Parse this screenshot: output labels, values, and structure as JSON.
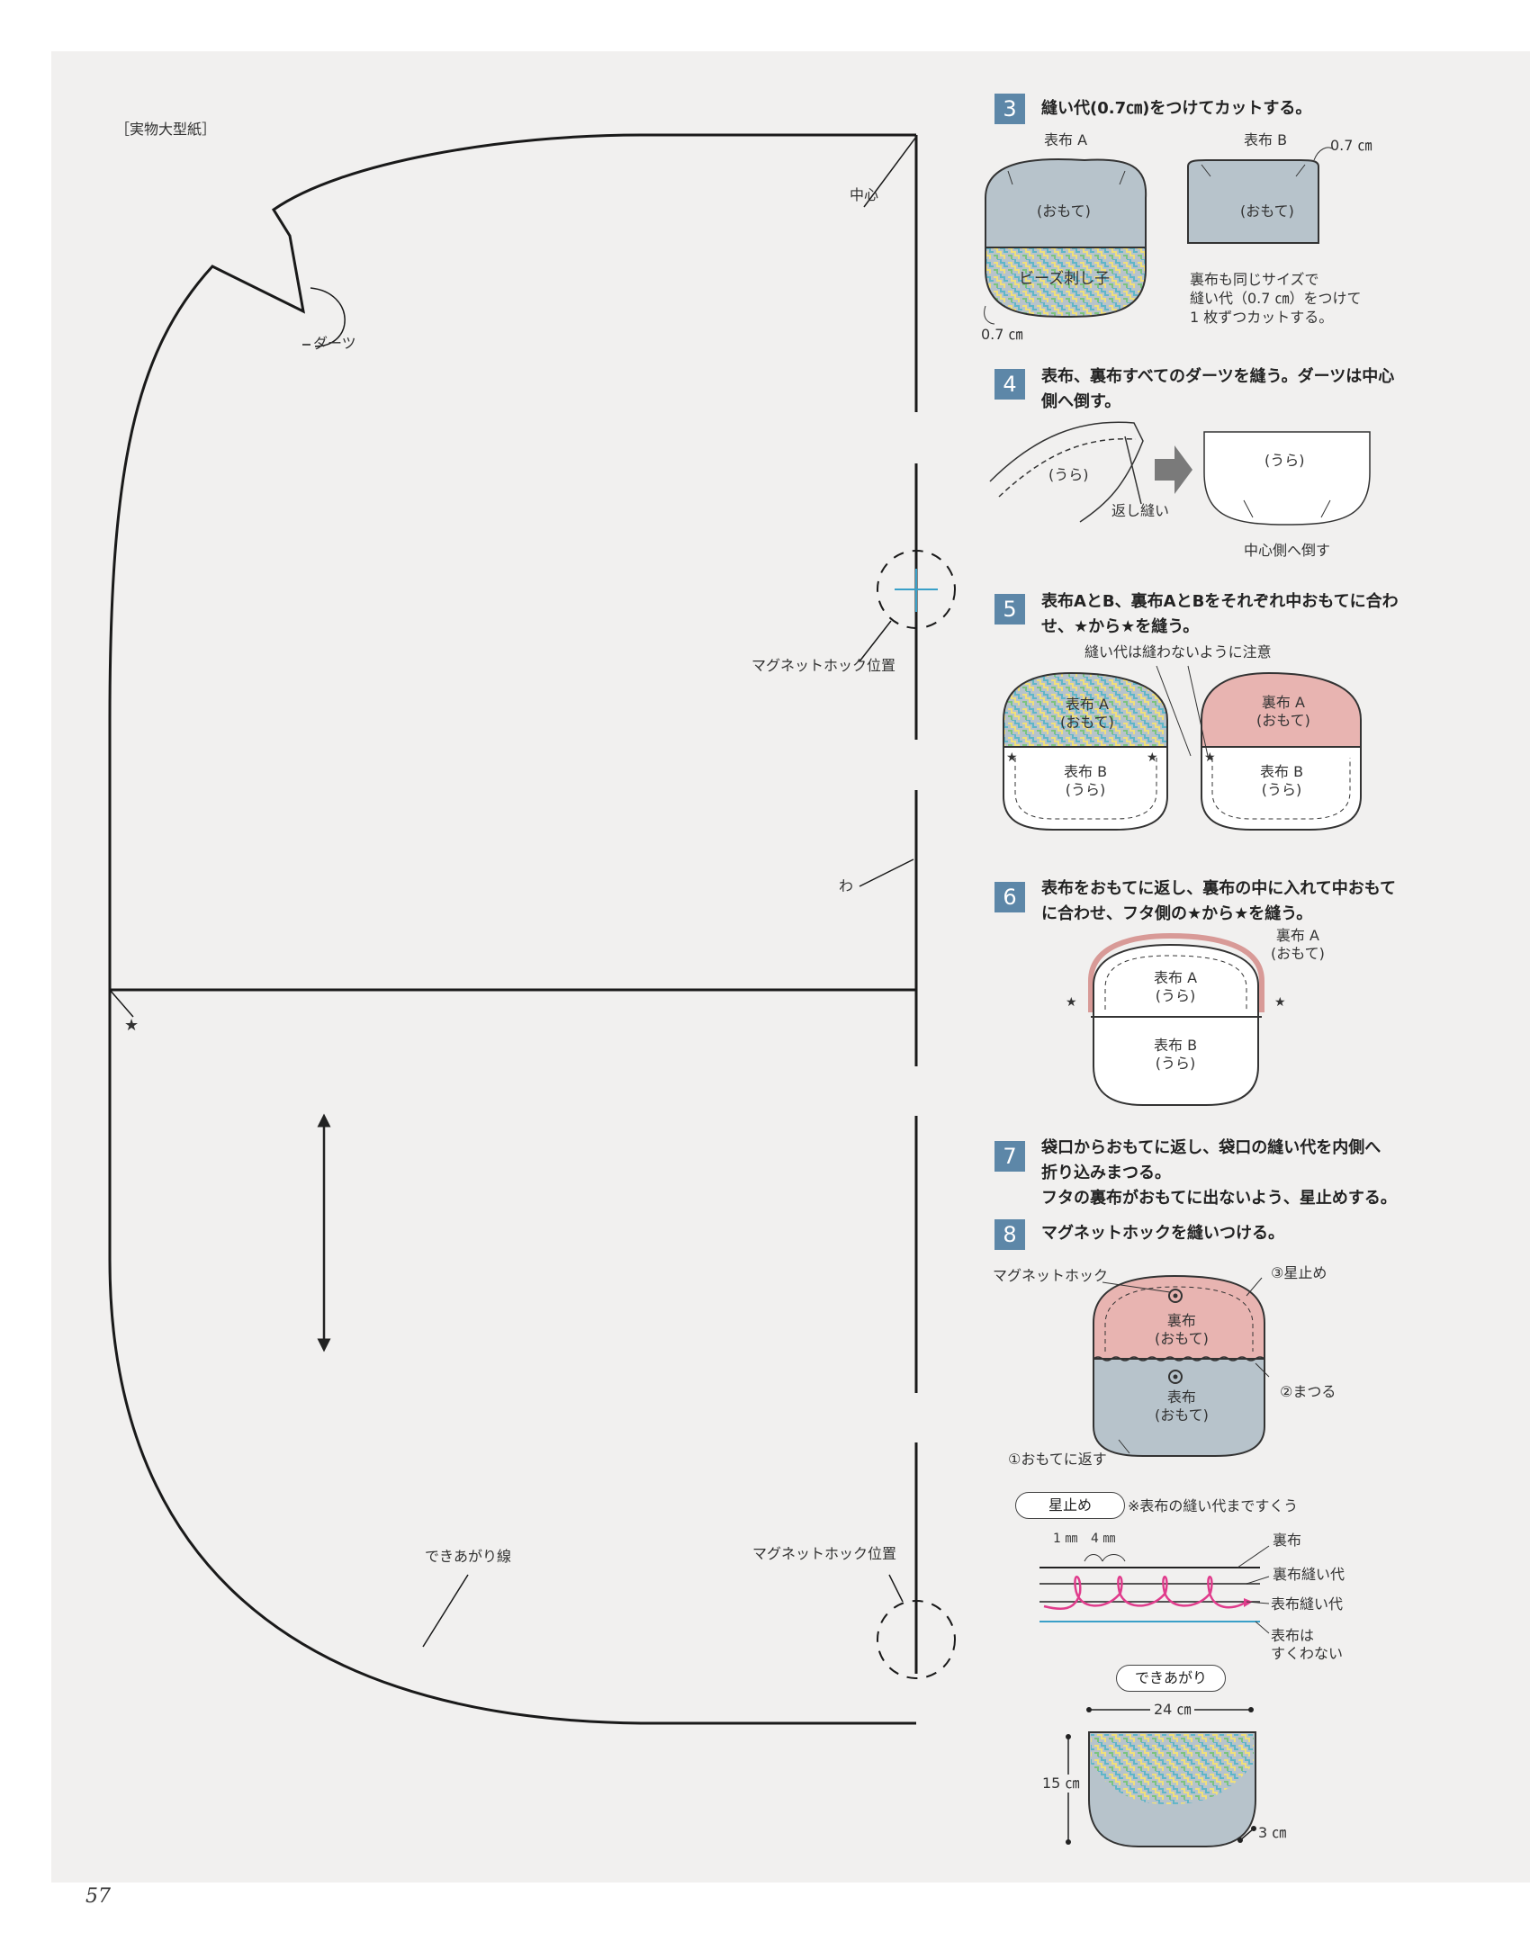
{
  "page_number": "57",
  "pattern": {
    "title": "［実物大型紙］",
    "center": "中心",
    "dart": "ダーツ",
    "magnet_top": "マグネットホック位置",
    "fold": "わ",
    "star": "★",
    "finish_line": "できあがり線",
    "magnet_bottom": "マグネットホック位置"
  },
  "steps": [
    {
      "num": "3",
      "lines": [
        "縫い代(0.7㎝)をつけてカットする。"
      ]
    },
    {
      "num": "4",
      "lines": [
        "表布、裏布すべてのダーツを縫う。ダーツは中心",
        "側へ倒す。"
      ]
    },
    {
      "num": "5",
      "lines": [
        "表布AとB、裏布AとBをそれぞれ中おもてに合わ",
        "せ、★から★を縫う。"
      ]
    },
    {
      "num": "6",
      "lines": [
        "表布をおもてに返し、裏布の中に入れて中おもて",
        "に合わせ、フタ側の★から★を縫う。"
      ]
    },
    {
      "num": "7",
      "lines": [
        "袋口からおもてに返し、袋口の縫い代を内側へ",
        "折り込みまつる。",
        "フタの裏布がおもてに出ないよう、星止めする。"
      ]
    },
    {
      "num": "8",
      "lines": [
        "マグネットホックを縫いつける。"
      ]
    }
  ],
  "step3": {
    "label_a": "表布 A",
    "label_b": "表布 B",
    "seam_b": "0.7 ㎝",
    "front_a": "(おもて)",
    "front_b": "(おもて)",
    "beads": "ビーズ刺し子",
    "seam_a": "0.7 ㎝",
    "note": [
      "裏布も同じサイズで",
      "縫い代（0.7 ㎝）をつけて",
      "1 枚ずつカットする。"
    ]
  },
  "step4": {
    "back_left": "(うら)",
    "back_right": "(うら)",
    "backstitch": "返し縫い",
    "fold_center": "中心側へ倒す"
  },
  "step5": {
    "caution": "縫い代は縫わないように注意",
    "left_top": [
      "表布 A",
      "(おもて)"
    ],
    "left_bottom": [
      "表布 B",
      "(うら)"
    ],
    "right_top": [
      "裏布 A",
      "(おもて)"
    ],
    "right_bottom": [
      "表布 B",
      "(うら)"
    ]
  },
  "step6": {
    "lining_a": [
      "裏布 A",
      "(おもて)"
    ],
    "top": [
      "表布 A",
      "(うら)"
    ],
    "bottom": [
      "表布 B",
      "(うら)"
    ]
  },
  "step8": {
    "magnet": "マグネットホック",
    "star_stitch": "③星止め",
    "lining": [
      "裏布",
      "(おもて)"
    ],
    "outer": [
      "表布",
      "(おもて)"
    ],
    "whip": "②まつる",
    "turn": "①おもてに返す"
  },
  "hoshidome": {
    "pill": "星止め",
    "note": "※表布の縫い代まですくう",
    "mm1": "1 ㎜",
    "mm4": "4 ㎜",
    "l1": "裏布",
    "l2": "裏布縫い代",
    "l3": "表布縫い代",
    "l4": [
      "表布は",
      "すくわない"
    ]
  },
  "finished": {
    "pill": "できあがり",
    "width": "24 ㎝",
    "height": "15 ㎝",
    "depth": "3 ㎝"
  },
  "colors": {
    "step_bg": "#5d87a8",
    "outer_fabric": "#b7c3cb",
    "lining_fabric": "#e8b4b1",
    "page_bg": "#f1f0ef",
    "thread": "#e03c8c",
    "guide_line": "#3aa0c8"
  }
}
